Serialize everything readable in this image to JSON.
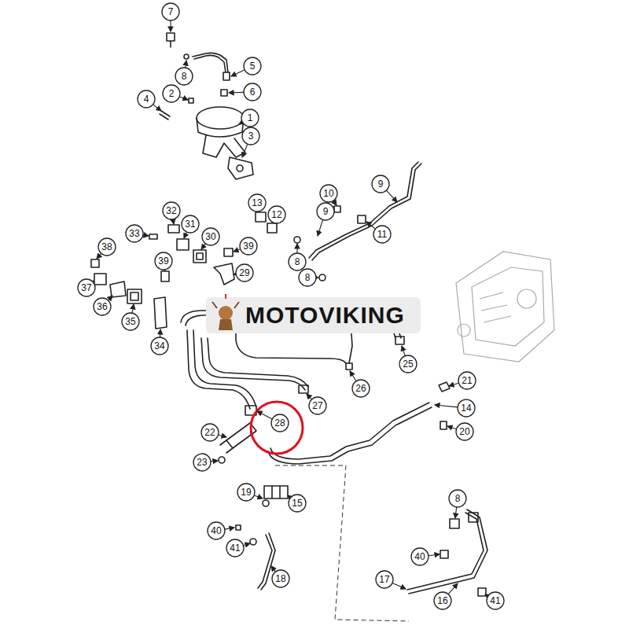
{
  "diagram": {
    "labels": [
      "7",
      "8",
      "5",
      "6",
      "4",
      "2",
      "1",
      "3",
      "9",
      "13",
      "12",
      "10",
      "11",
      "9",
      "32",
      "33",
      "31",
      "30",
      "39",
      "38",
      "8",
      "29",
      "39",
      "8",
      "37",
      "36",
      "35",
      "34",
      "MOTOVIKING",
      "25",
      "26",
      "21",
      "27",
      "14",
      "28",
      "20",
      "22",
      "23",
      "19",
      "15",
      "8",
      "40",
      "41",
      "40",
      "18",
      "17",
      "16",
      "41"
    ]
  }
}
